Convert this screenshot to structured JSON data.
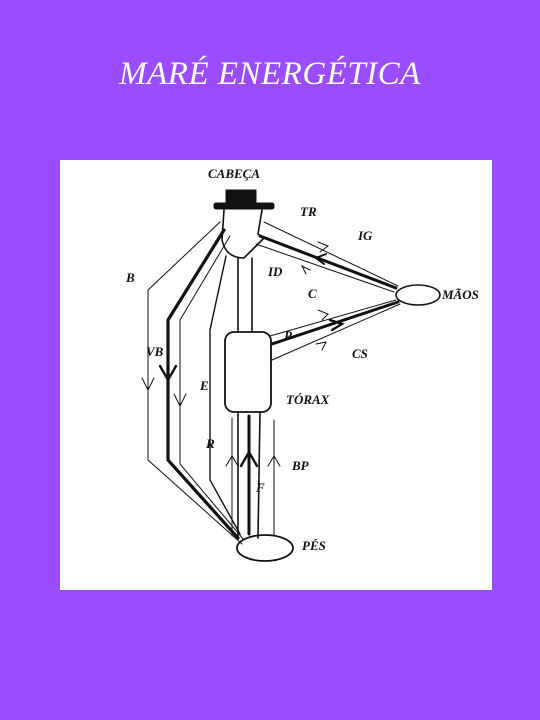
{
  "title": "MARÉ ENERGÉTICA",
  "diagram": {
    "labels": {
      "head": "CABEÇA",
      "tr": "TR",
      "ig": "IG",
      "id": "ID",
      "c": "C",
      "b": "B",
      "hands": "MÃOS",
      "p": "P",
      "vb": "VB",
      "cs": "CS",
      "e": "E",
      "thorax": "TÓRAX",
      "r": "R",
      "bp": "BP",
      "f": "F",
      "feet": "PÉS"
    }
  },
  "colors": {
    "background": "#9a4dff",
    "panel": "#ffffff",
    "ink": "#111111"
  }
}
